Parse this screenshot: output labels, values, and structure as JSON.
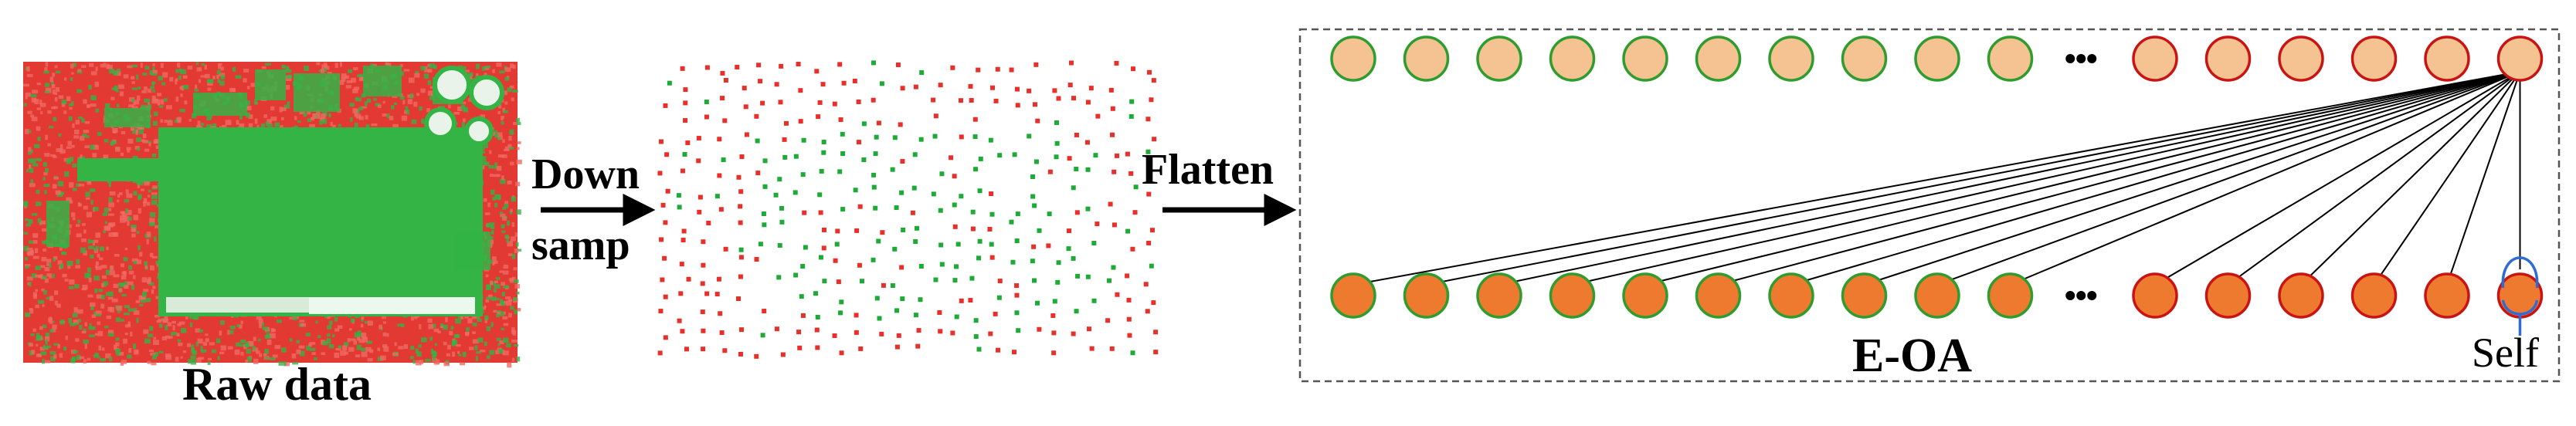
{
  "labels": {
    "raw_data": "Raw data",
    "down": "Down",
    "samp": "samp",
    "flatten": "Flatten",
    "eoa": "E-OA",
    "self": "Self",
    "ellipsis": "•••"
  },
  "colors": {
    "red_point": "#e8302b",
    "green_point": "#1eaa37",
    "query_fill": "#f5c291",
    "key_fill": "#ee7a2f",
    "green_border": "#2e9d2e",
    "red_border": "#c91414",
    "self_loop": "#2f6bd6",
    "raw_green": "#33b445",
    "raw_red": "#e23a33"
  },
  "diagram": {
    "top_row": {
      "green_nodes": 10,
      "red_nodes": 6
    },
    "bottom_row": {
      "green_nodes": 10,
      "red_nodes": 6
    },
    "source_node": "last top red node",
    "edges": "source node connects to every bottom node"
  }
}
